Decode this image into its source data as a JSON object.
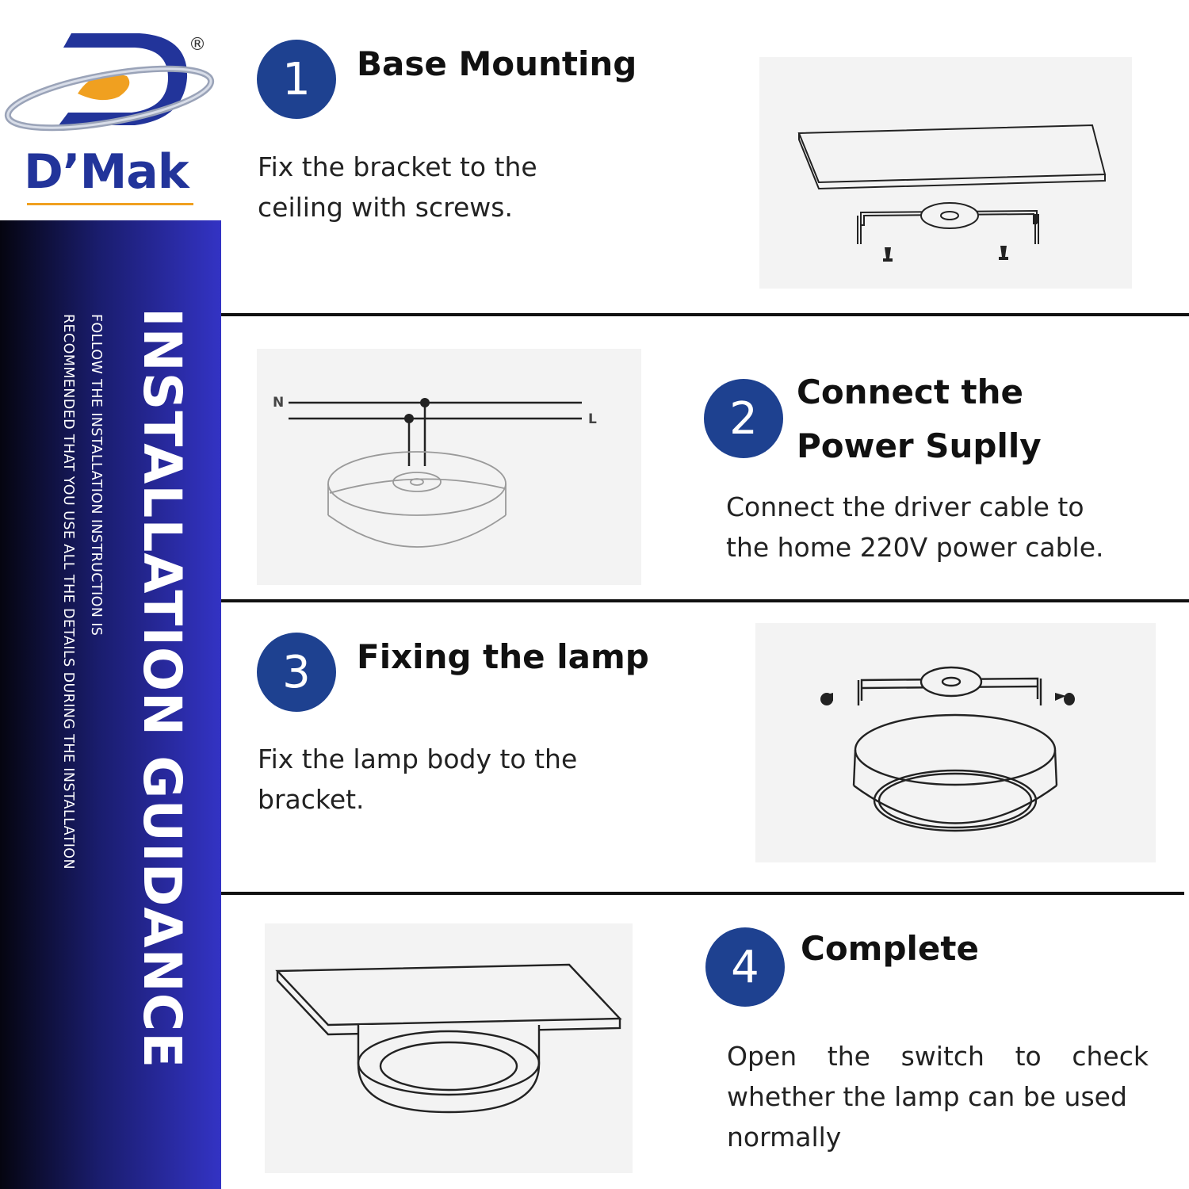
{
  "brand": {
    "name": "D’Mak",
    "registered_mark": "®",
    "colors": {
      "blue": "#22349a",
      "orange": "#f0a020",
      "accent": "#1e4190"
    }
  },
  "sidebar": {
    "title": "INSTALLATION GUIDANCE",
    "note_line1": "FOLLOW THE INSTALLATION INSTRUCTION IS",
    "note_line2": "RECOMMENDED THAT YOU USE ALL THE DETAILS DURING THE INSTALLATION"
  },
  "steps": [
    {
      "number": "1",
      "title": "Base Mounting",
      "desc_line1": "Fix the bracket to the",
      "desc_line2": "ceiling with screws."
    },
    {
      "number": "2",
      "title_line1": "Connect the",
      "title_line2": "Power Suplly",
      "desc_line1": "Connect the driver cable to",
      "desc_line2": "the home 220V power cable.",
      "wire_labels": {
        "neutral": "N",
        "live": "L"
      }
    },
    {
      "number": "3",
      "title": "Fixing the lamp",
      "desc_line1": "Fix the lamp body to the",
      "desc_line2": "bracket."
    },
    {
      "number": "4",
      "title": "Complete",
      "desc_line1": "Open the switch to check",
      "desc_line2": "whether the lamp can be used",
      "desc_line3": "normally"
    }
  ]
}
